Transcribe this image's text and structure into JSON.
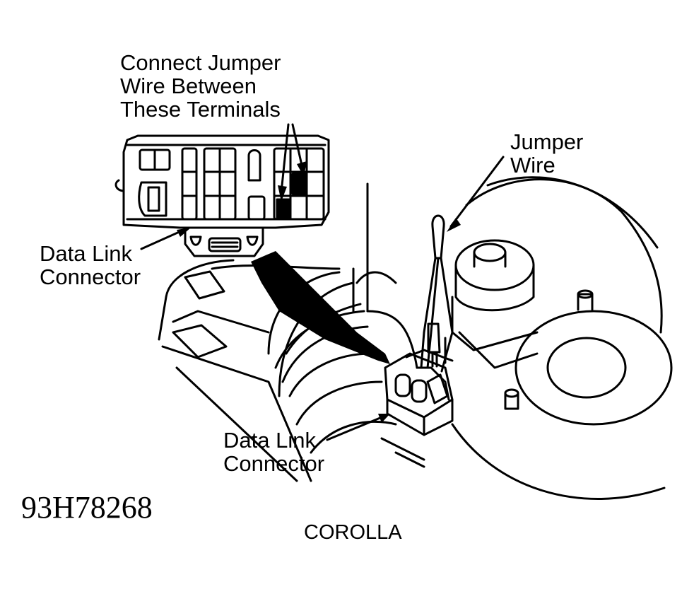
{
  "labels": {
    "connect_jumper": "Connect Jumper\nWire Between\nThese Terminals",
    "jumper_wire": "Jumper\nWire",
    "dlc_upper": "Data Link\nConnector",
    "dlc_lower": "Data Link\nConnector"
  },
  "figure_code": "93H78268",
  "model": "COROLLA",
  "colors": {
    "ink": "#000000",
    "paper": "#ffffff"
  }
}
